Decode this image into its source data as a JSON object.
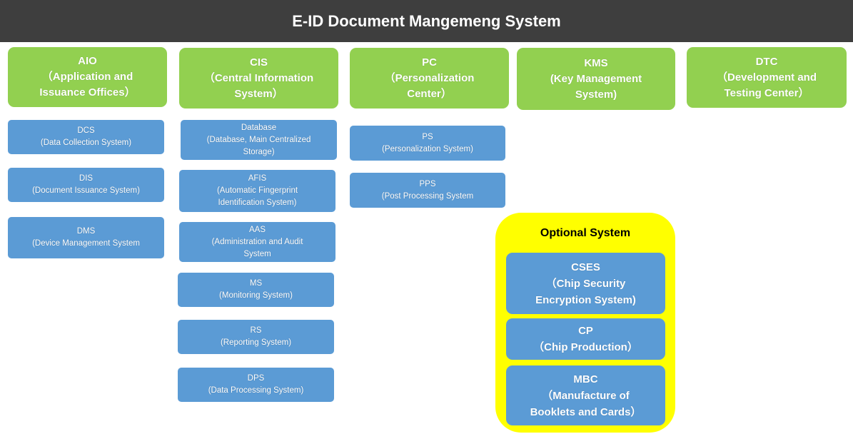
{
  "header": {
    "title": "E-ID Document Mangemeng System"
  },
  "columns": [
    {
      "name": "aio",
      "title": [
        "AIO",
        "（Application and",
        "Issuance Offices）"
      ],
      "subsystems": [
        [
          "DCS",
          "(Data Collection System)"
        ],
        [
          "DIS",
          "(Document Issuance System)"
        ],
        [
          "DMS",
          "(Device Management System"
        ]
      ]
    },
    {
      "name": "cis",
      "title": [
        "CIS",
        "（Central Information",
        "System）"
      ],
      "subsystems": [
        [
          "Database",
          "(Database, Main Centralized",
          "Storage)"
        ],
        [
          "AFIS",
          "(Automatic Fingerprint",
          "Identification System)"
        ],
        [
          "AAS",
          "(Administration and Audit",
          "System"
        ],
        [
          "MS",
          "(Monitoring System)"
        ],
        [
          "RS",
          "(Reporting System)"
        ],
        [
          "DPS",
          "(Data Processing System)"
        ]
      ]
    },
    {
      "name": "pc",
      "title": [
        "PC",
        "（Personalization",
        "Center）"
      ],
      "subsystems": [
        [
          "PS",
          "(Personalization System)"
        ],
        [
          "PPS",
          "(Post Processing System"
        ]
      ]
    },
    {
      "name": "kms",
      "title": [
        "KMS",
        "(Key Management",
        "System)"
      ],
      "subsystems": []
    },
    {
      "name": "dtc",
      "title": [
        "DTC",
        "（Development and",
        "Testing Center）"
      ],
      "subsystems": []
    }
  ],
  "optional": {
    "title": "Optional System",
    "items": [
      [
        "CSES",
        "（Chip Security",
        "Encryption System)"
      ],
      [
        "CP",
        "（Chip Production）"
      ],
      [
        "MBC",
        "（Manufacture of",
        "Booklets and Cards）"
      ]
    ]
  },
  "colors": {
    "header_bg": "#3e3e3e",
    "category_green": "#92d050",
    "subsystem_blue": "#5b9bd5",
    "optional_yellow": "#ffff00"
  }
}
